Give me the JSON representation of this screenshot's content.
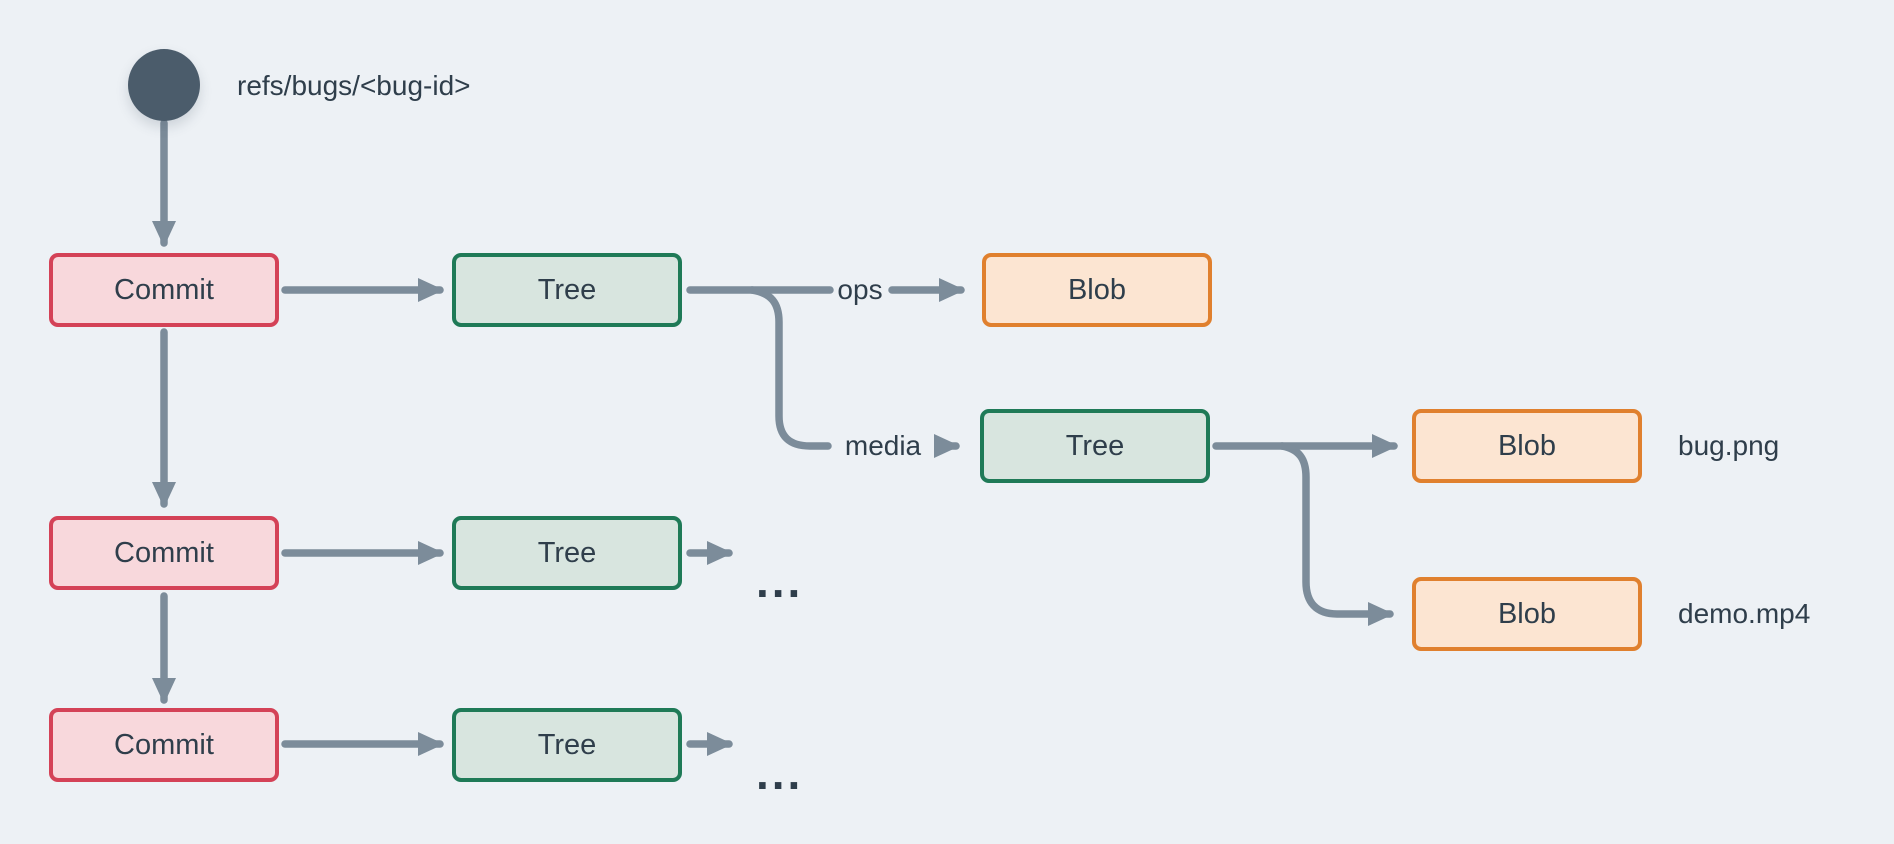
{
  "diagram": {
    "ref_label": "refs/bugs/<bug-id>",
    "nodes": {
      "commit1": {
        "label": "Commit",
        "type": "commit"
      },
      "commit2": {
        "label": "Commit",
        "type": "commit"
      },
      "commit3": {
        "label": "Commit",
        "type": "commit"
      },
      "tree1": {
        "label": "Tree",
        "type": "tree"
      },
      "tree2": {
        "label": "Tree",
        "type": "tree"
      },
      "tree3": {
        "label": "Tree",
        "type": "tree"
      },
      "treeMedia": {
        "label": "Tree",
        "type": "tree"
      },
      "blobOps": {
        "label": "Blob",
        "type": "blob"
      },
      "blobBug": {
        "label": "Blob",
        "type": "blob"
      },
      "blobDemo": {
        "label": "Blob",
        "type": "blob"
      }
    },
    "edge_labels": {
      "ops": "ops",
      "media": "media"
    },
    "file_labels": {
      "bug": "bug.png",
      "demo": "demo.mp4"
    },
    "ellipsis": {
      "row2": "...",
      "row3": "..."
    },
    "colors": {
      "background": "#edf1f5",
      "connector": "#7c8c9a",
      "ref_circle": "#4b5c6b",
      "commit_border": "#d44257",
      "commit_fill": "#f8d8dc",
      "tree_border": "#1f7a57",
      "tree_fill": "#d8e5df",
      "blob_border": "#e0802e",
      "blob_fill": "#fce5d2",
      "text": "#2f3e4b"
    }
  }
}
